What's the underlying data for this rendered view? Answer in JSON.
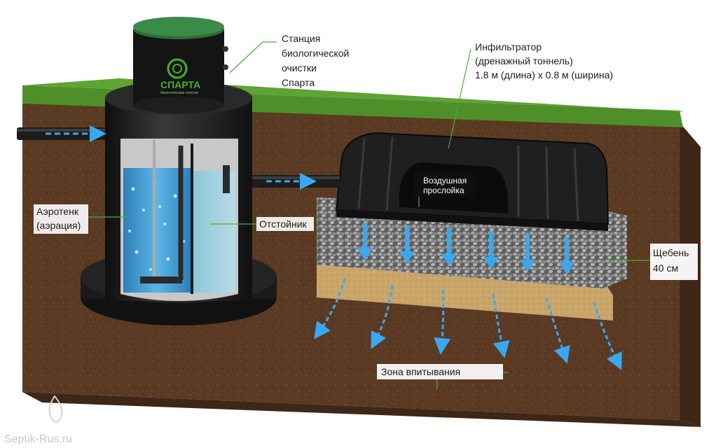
{
  "labels": {
    "station": [
      "Станция",
      "биологической",
      "очистки",
      "Спарта"
    ],
    "infiltrator": [
      "Инфильтратор",
      "(дренажный тоннель)",
      "1.8 м (длина) х 0.8 м (ширина)"
    ],
    "air_layer": [
      "Воздушная",
      "прослойка"
    ],
    "aerotank": [
      "Аэротенк",
      "(аэрация)"
    ],
    "settler": "Отстойник",
    "gravel": [
      "Щебень",
      "40 см"
    ],
    "absorption_zone": "Зона впитывания"
  },
  "logo": {
    "name": "СПАРТА",
    "tagline": "биологическая очистка"
  },
  "watermark": "Septik-Rus.ru",
  "colors": {
    "grass": "#4f8f2a",
    "soil": "#5a3a22",
    "soil_dark": "#3e2716",
    "sand": "#c9a56a",
    "gravel": "#8a8a8a",
    "tank": "#1c1c1c",
    "water": "#4aa8dc",
    "arrow": "#38a9f0",
    "lid": "#2e6b3a",
    "leader": "#49b03a",
    "brand": "#43b02a"
  }
}
